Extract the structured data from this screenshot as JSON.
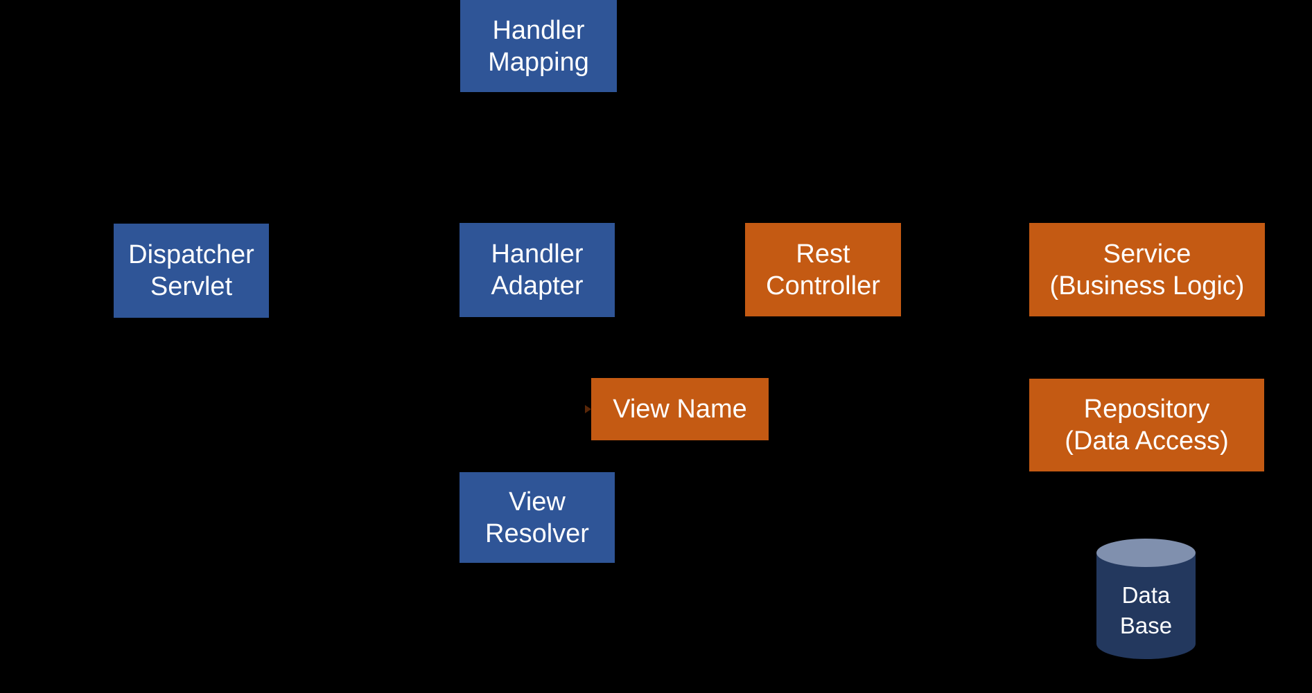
{
  "colors": {
    "background": "#000000",
    "box_blue": "#2F5597",
    "box_orange": "#C45A13",
    "db_body": "#23385E",
    "db_top": "#8090AE",
    "text": "#FFFFFF",
    "arrow_remnant": "#5A2708"
  },
  "diagram": {
    "nodes": {
      "handler_mapping": {
        "line1": "Handler",
        "line2": "Mapping"
      },
      "dispatcher_servlet": {
        "line1": "Dispatcher",
        "line2": "Servlet"
      },
      "handler_adapter": {
        "line1": "Handler",
        "line2": "Adapter"
      },
      "rest_controller": {
        "line1": "Rest",
        "line2": "Controller"
      },
      "service": {
        "line1": "Service",
        "line2": "(Business Logic)"
      },
      "view_name": {
        "line1": "View Name"
      },
      "repository": {
        "line1": "Repository",
        "line2": "(Data Access)"
      },
      "view_resolver": {
        "line1": "View",
        "line2": "Resolver"
      },
      "database": {
        "line1": "Data",
        "line2": "Base"
      }
    }
  }
}
